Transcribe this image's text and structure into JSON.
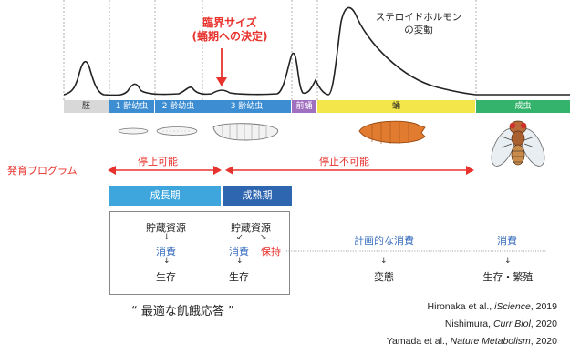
{
  "title": {
    "line1": "臨界サイズ",
    "line2": "(蛹期への決定)"
  },
  "hormone_label": {
    "line1": "ステロイドホルモン",
    "line2": "の変動"
  },
  "stages": [
    {
      "label": "胚",
      "color": "#d8d8d8",
      "text_color": "#222222"
    },
    {
      "label": "1 齢幼虫",
      "color": "#3c8dd2",
      "text_color": "#ffffff"
    },
    {
      "label": "2 齢幼虫",
      "color": "#3c8dd2",
      "text_color": "#ffffff"
    },
    {
      "label": "3 齢幼虫",
      "color": "#3c8dd2",
      "text_color": "#ffffff"
    },
    {
      "label": "前蛹",
      "color": "#a06fbf",
      "text_color": "#ffffff"
    },
    {
      "label": "蛹",
      "color": "#f2e64a",
      "text_color": "#222222"
    },
    {
      "label": "成虫",
      "color": "#33b36b",
      "text_color": "#ffffff"
    }
  ],
  "program": {
    "label": "発育プログラム",
    "stoppable": "停止可能",
    "non_stoppable": "停止不可能"
  },
  "phases": {
    "growth": "成長期",
    "maturation": "成熟期",
    "growth_color": "#3ea6dd",
    "maturation_color": "#2f66b0"
  },
  "growth_box": {
    "storage": "貯蔵資源",
    "consume": "消費",
    "survive": "生存"
  },
  "maturation_box": {
    "storage": "貯蔵資源",
    "consume": "消費",
    "retain": "保持",
    "survive": "生存"
  },
  "planned": {
    "consume": "計画的な消費",
    "result": "変態"
  },
  "adult": {
    "consume": "消費",
    "result": "生存・繁殖"
  },
  "caption": "“ 最適な飢餓応答 ”",
  "citations": [
    {
      "authors": "Hironaka et al., ",
      "journal": "iScience",
      "year": ", 2019"
    },
    {
      "authors": "Nishimura, ",
      "journal": "Curr Biol",
      "year": ", 2020"
    },
    {
      "authors": "Yamada et al., ",
      "journal": "Nature Metabolism",
      "year": ", 2020"
    }
  ],
  "colors": {
    "red": "#e8322d",
    "blue": "#3a6fbf",
    "curve": "#222222"
  }
}
